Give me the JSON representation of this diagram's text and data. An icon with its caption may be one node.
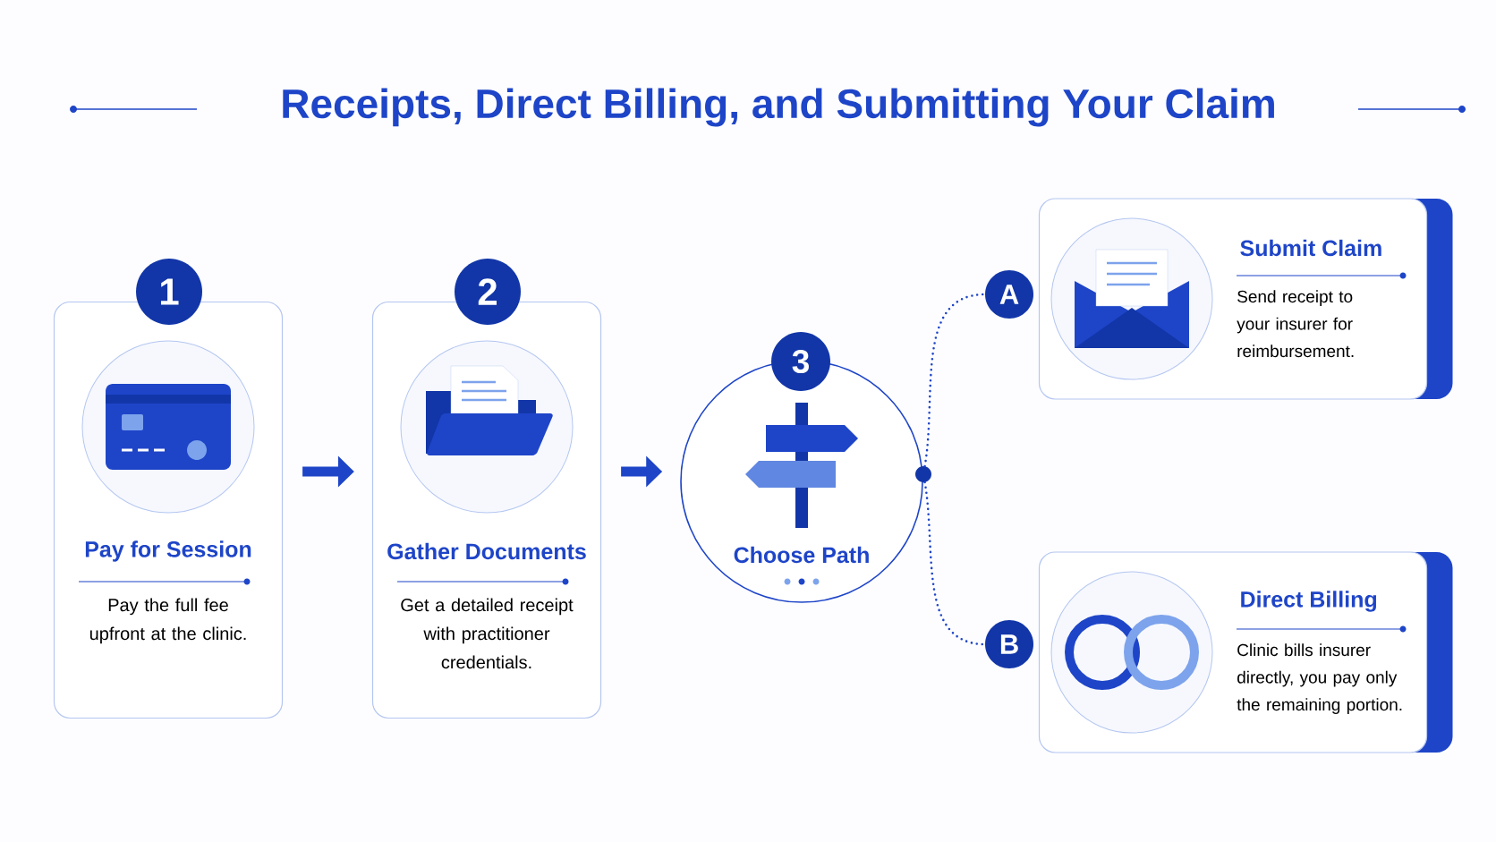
{
  "diagram": {
    "title": "Receipts, Direct Billing, and Submitting Your Claim",
    "nodes": [
      {
        "text": [
          "Pay for Session",
          "Pay the full fee upfront at the clinic."
        ]
      },
      {
        "text": [
          "1"
        ]
      },
      {
        "text": [
          "Gather Documents",
          "Get a detailed receipt with practitioner credentials."
        ]
      },
      {
        "text": [
          "2"
        ]
      },
      {
        "text": [
          "Choose Path"
        ]
      },
      {
        "text": [
          "3"
        ]
      },
      {
        "text": [],
        "shape": "circle"
      },
      {
        "text": [
          "A"
        ]
      },
      {
        "text": [
          "Submit Claim",
          "Send receipt to your insurer for reimbursement."
        ]
      },
      {
        "text": [
          "B"
        ]
      },
      {
        "text": [
          "Direct Billing",
          "Clinic bills insurer directly, you pay only the remaining portion."
        ]
      }
    ],
    "edges": [
      {
        "from": 0,
        "to": 2,
        "arrow": "to",
        "style": "thick"
      },
      {
        "from": 2,
        "to": 4,
        "arrow": "to",
        "style": "thick"
      },
      {
        "from": 6,
        "to": 7,
        "arrow": "none",
        "style": "dashed"
      },
      {
        "from": 6,
        "to": 9,
        "arrow": "none",
        "style": "dashed"
      }
    ]
  }
}
